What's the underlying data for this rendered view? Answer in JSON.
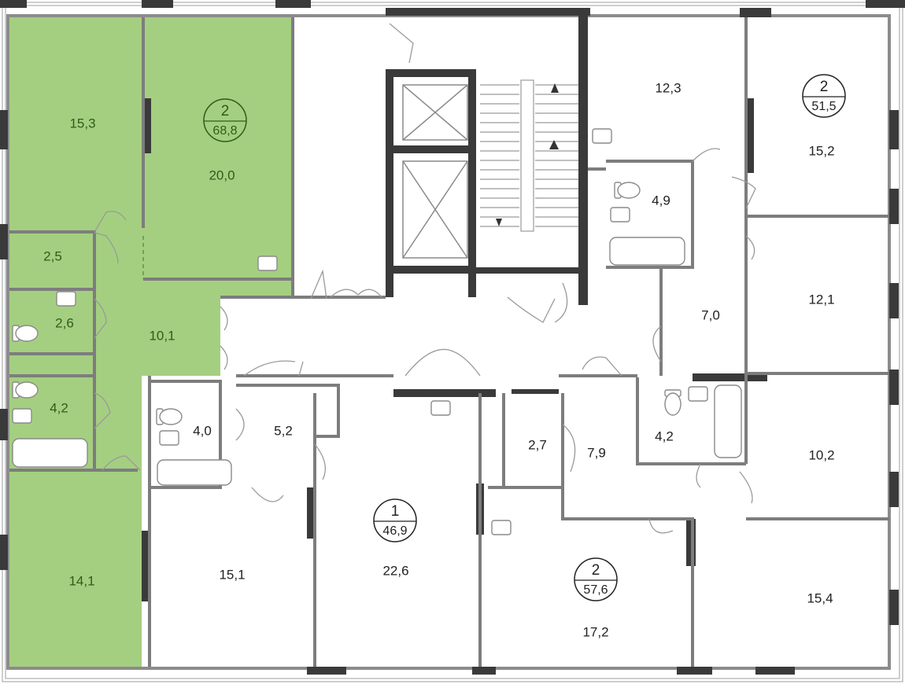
{
  "highlight_color": "#a4cf80",
  "wall_color": "#3a3a3a",
  "rooms": [
    {
      "id": "a1-15-3",
      "label": "15,3",
      "highlighted": true
    },
    {
      "id": "a1-20-0",
      "label": "20,0",
      "highlighted": true
    },
    {
      "id": "a1-2-5",
      "label": "2,5",
      "highlighted": true
    },
    {
      "id": "a1-2-6",
      "label": "2,6",
      "highlighted": true
    },
    {
      "id": "a1-10-1",
      "label": "10,1",
      "highlighted": true
    },
    {
      "id": "a1-4-2",
      "label": "4,2",
      "highlighted": true
    },
    {
      "id": "a1-14-1",
      "label": "14,1",
      "highlighted": true
    },
    {
      "id": "r-12-3",
      "label": "12,3",
      "highlighted": false
    },
    {
      "id": "r-15-2",
      "label": "15,2",
      "highlighted": false
    },
    {
      "id": "r-4-9",
      "label": "4,9",
      "highlighted": false
    },
    {
      "id": "r-7-0",
      "label": "7,0",
      "highlighted": false
    },
    {
      "id": "r-12-1",
      "label": "12,1",
      "highlighted": false
    },
    {
      "id": "r-4-0",
      "label": "4,0",
      "highlighted": false
    },
    {
      "id": "r-5-2",
      "label": "5,2",
      "highlighted": false
    },
    {
      "id": "r-2-7",
      "label": "2,7",
      "highlighted": false
    },
    {
      "id": "r-7-9",
      "label": "7,9",
      "highlighted": false
    },
    {
      "id": "r-4-2b",
      "label": "4,2",
      "highlighted": false
    },
    {
      "id": "r-10-2",
      "label": "10,2",
      "highlighted": false
    },
    {
      "id": "r-15-1",
      "label": "15,1",
      "highlighted": false
    },
    {
      "id": "r-22-6",
      "label": "22,6",
      "highlighted": false
    },
    {
      "id": "r-17-2",
      "label": "17,2",
      "highlighted": false
    },
    {
      "id": "r-15-4",
      "label": "15,4",
      "highlighted": false
    }
  ],
  "apartments": [
    {
      "id": "apt-68-8",
      "rooms": "2",
      "area": "68,8",
      "highlighted": true
    },
    {
      "id": "apt-51-5",
      "rooms": "2",
      "area": "51,5",
      "highlighted": false
    },
    {
      "id": "apt-46-9",
      "rooms": "1",
      "area": "46,9",
      "highlighted": false
    },
    {
      "id": "apt-57-6",
      "rooms": "2",
      "area": "57,6",
      "highlighted": false
    }
  ]
}
